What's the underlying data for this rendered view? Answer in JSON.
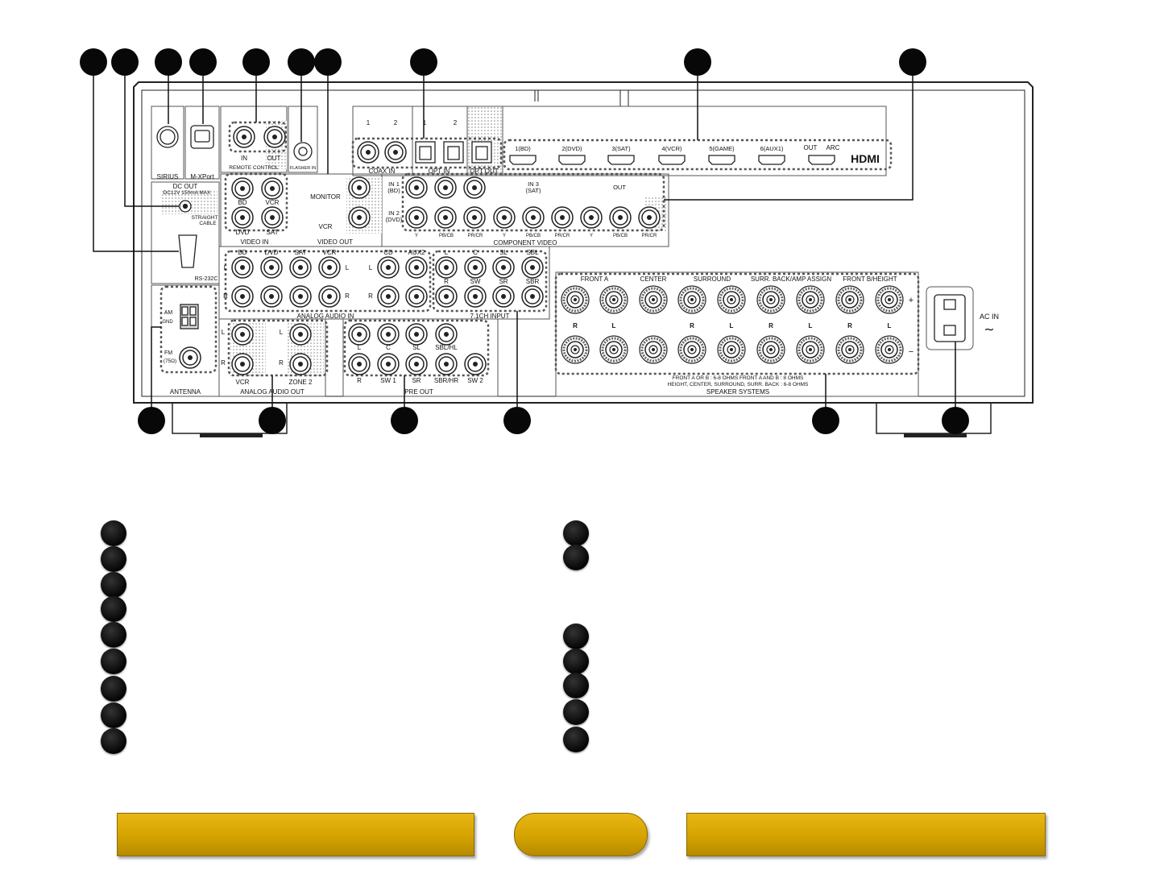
{
  "panel": {
    "connectors": {
      "sirius": "SIRIUS",
      "mxport": "M-XPort",
      "remote_in": "IN",
      "remote_out": "OUT",
      "remote_control": "REMOTE CONTROL",
      "flasher_in": "FLASHER IN",
      "dc_out": "DC OUT",
      "dc_spec": "DC12V 150mA MAX",
      "straight": "STRAIGHT",
      "cable": "CABLE",
      "rs232c": "RS-232C",
      "am": "AM",
      "gnd": "GND",
      "fm": "FM",
      "fm_ohm": "(75Ω)",
      "antenna": "ANTENNA",
      "coax_1": "1",
      "coax_2": "2",
      "opt_1": "1",
      "opt_2": "2",
      "coax_in": "COAX IN",
      "opt_in": "OPT IN",
      "opt_out": "OPT OUT",
      "hdmi_ports": [
        "1(BD)",
        "2(DVD)",
        "3(SAT)",
        "4(VCR)",
        "5(GAME)",
        "6(AUX1)"
      ],
      "hdmi_out": "OUT",
      "hdmi_arc": "ARC",
      "hdmi_logo": "HDMI",
      "vin_bd": "BD",
      "vin_vcr": "VCR",
      "vin_dvd": "DVD",
      "vin_sat": "SAT",
      "video_in": "VIDEO IN",
      "monitor": "MONITOR",
      "vout_vcr": "VCR",
      "video_out": "VIDEO OUT",
      "comp_in1": "IN 1",
      "comp_in1_src": "(BD)",
      "comp_in2": "IN 2",
      "comp_in2_src": "(DVD)",
      "comp_in3": "IN 3",
      "comp_in3_src": "(SAT)",
      "comp_out": "OUT",
      "comp_y": "Y",
      "comp_pb": "PB/CB",
      "comp_pr": "PR/CR",
      "component_video": "COMPONENT VIDEO",
      "aa_bd": "BD",
      "aa_dvd": "DVD",
      "aa_sat": "SAT",
      "aa_vcr": "VCR",
      "aa_cd": "CD",
      "aa_aux2": "AUX2",
      "l": "L",
      "r": "R",
      "analog_audio_in": "ANALOG AUDIO IN",
      "ch_l": "L",
      "ch_c": "C",
      "ch_sl": "SL",
      "ch_sbl": "SBL",
      "ch_r": "R",
      "ch_sw": "SW",
      "ch_sr": "SR",
      "ch_sbr": "SBR",
      "input_71": "7.1CH INPUT",
      "aout_vcr": "VCR",
      "zone2": "ZONE 2",
      "analog_audio_out": "ANALOG AUDIO OUT",
      "po_l": "L",
      "po_c": "C",
      "po_sl": "SL",
      "po_sblhl": "SBL/HL",
      "po_r": "R",
      "po_sw1": "SW 1",
      "po_sr": "SR",
      "po_sbrhr": "SBR/HR",
      "po_sw2": "SW 2",
      "pre_out": "PRE OUT",
      "sp_front_a": "FRONT A",
      "sp_center": "CENTER",
      "sp_surround": "SURROUND",
      "sp_surr_back": "SURR. BACK/AMP ASSIGN",
      "sp_front_b": "FRONT B/HEIGHT",
      "sp_channels": [
        "R",
        "L",
        "",
        "R",
        "L",
        "R",
        "L",
        "R",
        "L"
      ],
      "sp_plus": "+",
      "sp_minus": "−",
      "sp_note1": "FRONT A  OR  B : 6-8 OHMS       FRONT A  AND  B : 8 OHMS",
      "sp_note2": "HEIGHT, CENTER, SURROUND, SURR. BACK : 6-8 OHMS",
      "speaker_systems": "SPEAKER SYSTEMS",
      "ac_in": "AC IN",
      "ac_symbol": "∼"
    }
  },
  "legend": {
    "left_count": 9,
    "right_count": 7
  },
  "navigation": {
    "left": "",
    "center": "",
    "right": ""
  }
}
